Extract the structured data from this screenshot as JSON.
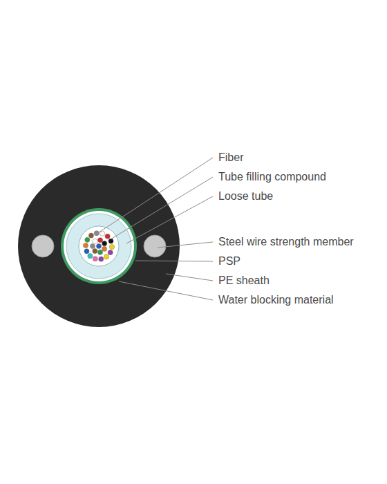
{
  "diagram": {
    "labels": [
      "Fiber",
      "Tube filling compound",
      "Loose tube",
      "Steel wire strength member",
      "PSP",
      "PE sheath",
      "Water blocking material"
    ]
  }
}
